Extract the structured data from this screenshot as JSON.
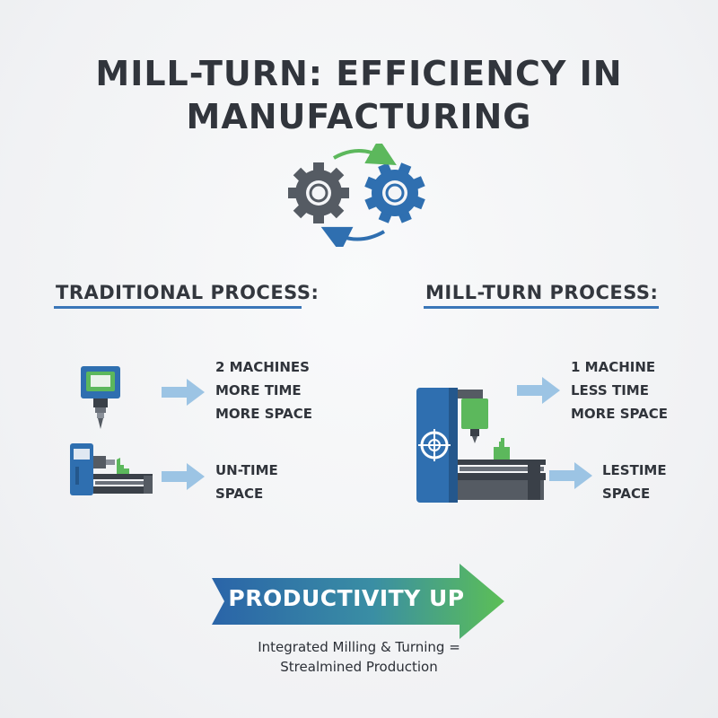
{
  "title": {
    "line1": "MILL-TURN: EFFICIENCY IN",
    "line2": "MANUFACTURING"
  },
  "icons": {
    "gears": "gears-cycle-icon",
    "mill": "milling-machine-icon",
    "lathe": "lathe-machine-icon",
    "millturn": "mill-turn-machine-icon",
    "arrow": "right-arrow-icon"
  },
  "colors": {
    "blue": "#2f6fb0",
    "green": "#5cb85c",
    "gray": "#555b63",
    "arrow_light": "#9cc4e4"
  },
  "traditional": {
    "heading": "TRADITIONAL PROCESS:",
    "group1": [
      "2 MACHINES",
      "MORE TIME",
      "MORE SPACE"
    ],
    "group2": [
      "UN-TIME",
      "SPACE"
    ]
  },
  "millturn": {
    "heading": "MILL-TURN PROCESS:",
    "group1": [
      "1 MACHINE",
      "LESS TIME",
      "MORE SPACE"
    ],
    "group2": [
      "LESTIME",
      "SPACE"
    ]
  },
  "banner": {
    "text": "PRODUCTIVITY UP"
  },
  "caption": {
    "line1": "Integrated Milling & Turning =",
    "line2": "Strealmined Production"
  }
}
